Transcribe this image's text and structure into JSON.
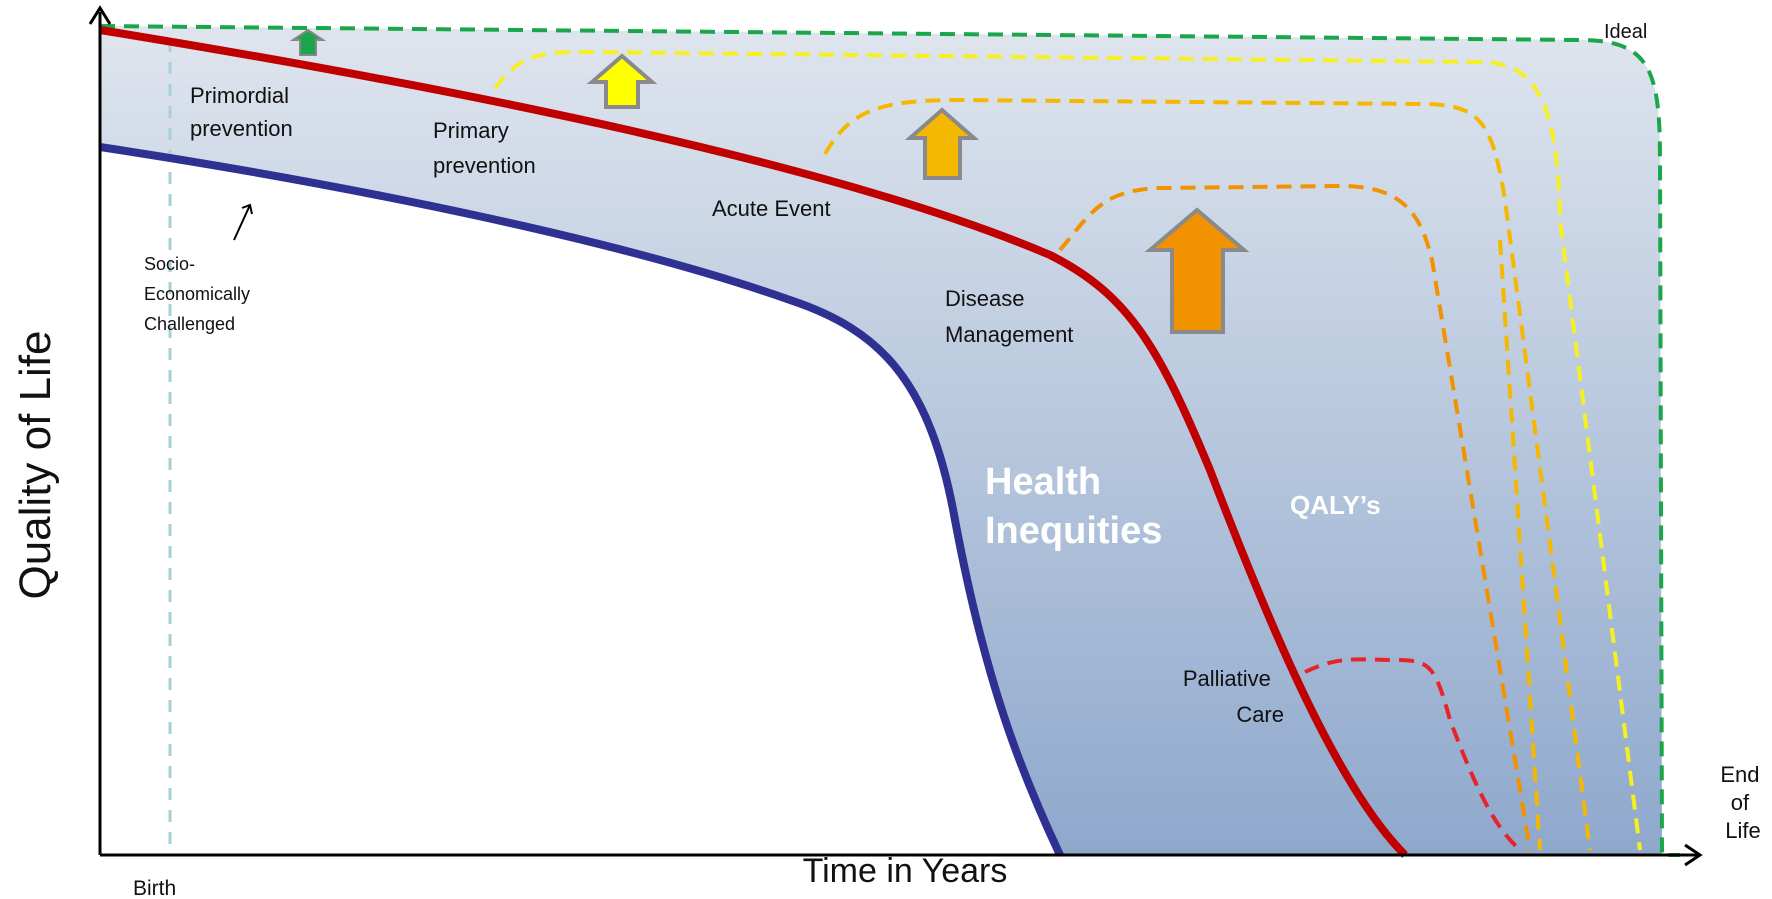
{
  "axes": {
    "y_label": "Quality of Life",
    "x_label": "Time in Years",
    "x_start": "Birth",
    "x_end": [
      "End",
      "of",
      "Life"
    ]
  },
  "curves": {
    "ideal": "Ideal",
    "socio": [
      "Socio-",
      "Economically",
      "Challenged"
    ]
  },
  "stages": {
    "primordial": [
      "Primordial",
      "prevention"
    ],
    "primary": [
      "Primary",
      "prevention"
    ],
    "acute": "Acute Event",
    "disease": [
      "Disease",
      "Management"
    ],
    "palliative": [
      "Palliative",
      "Care"
    ]
  },
  "regions": {
    "inequities": [
      "Health",
      "Inequities"
    ],
    "qaly": "QALY’s"
  },
  "colors": {
    "ideal": "#1aa64a",
    "average": "#c00000",
    "socio": "#2e3192",
    "primary": "#f7f021",
    "acute": "#f5b800",
    "disease": "#f39200",
    "palliative": "#e8232a",
    "fill_top": "#dfe5ee",
    "fill_bottom": "#8ea8cc"
  }
}
